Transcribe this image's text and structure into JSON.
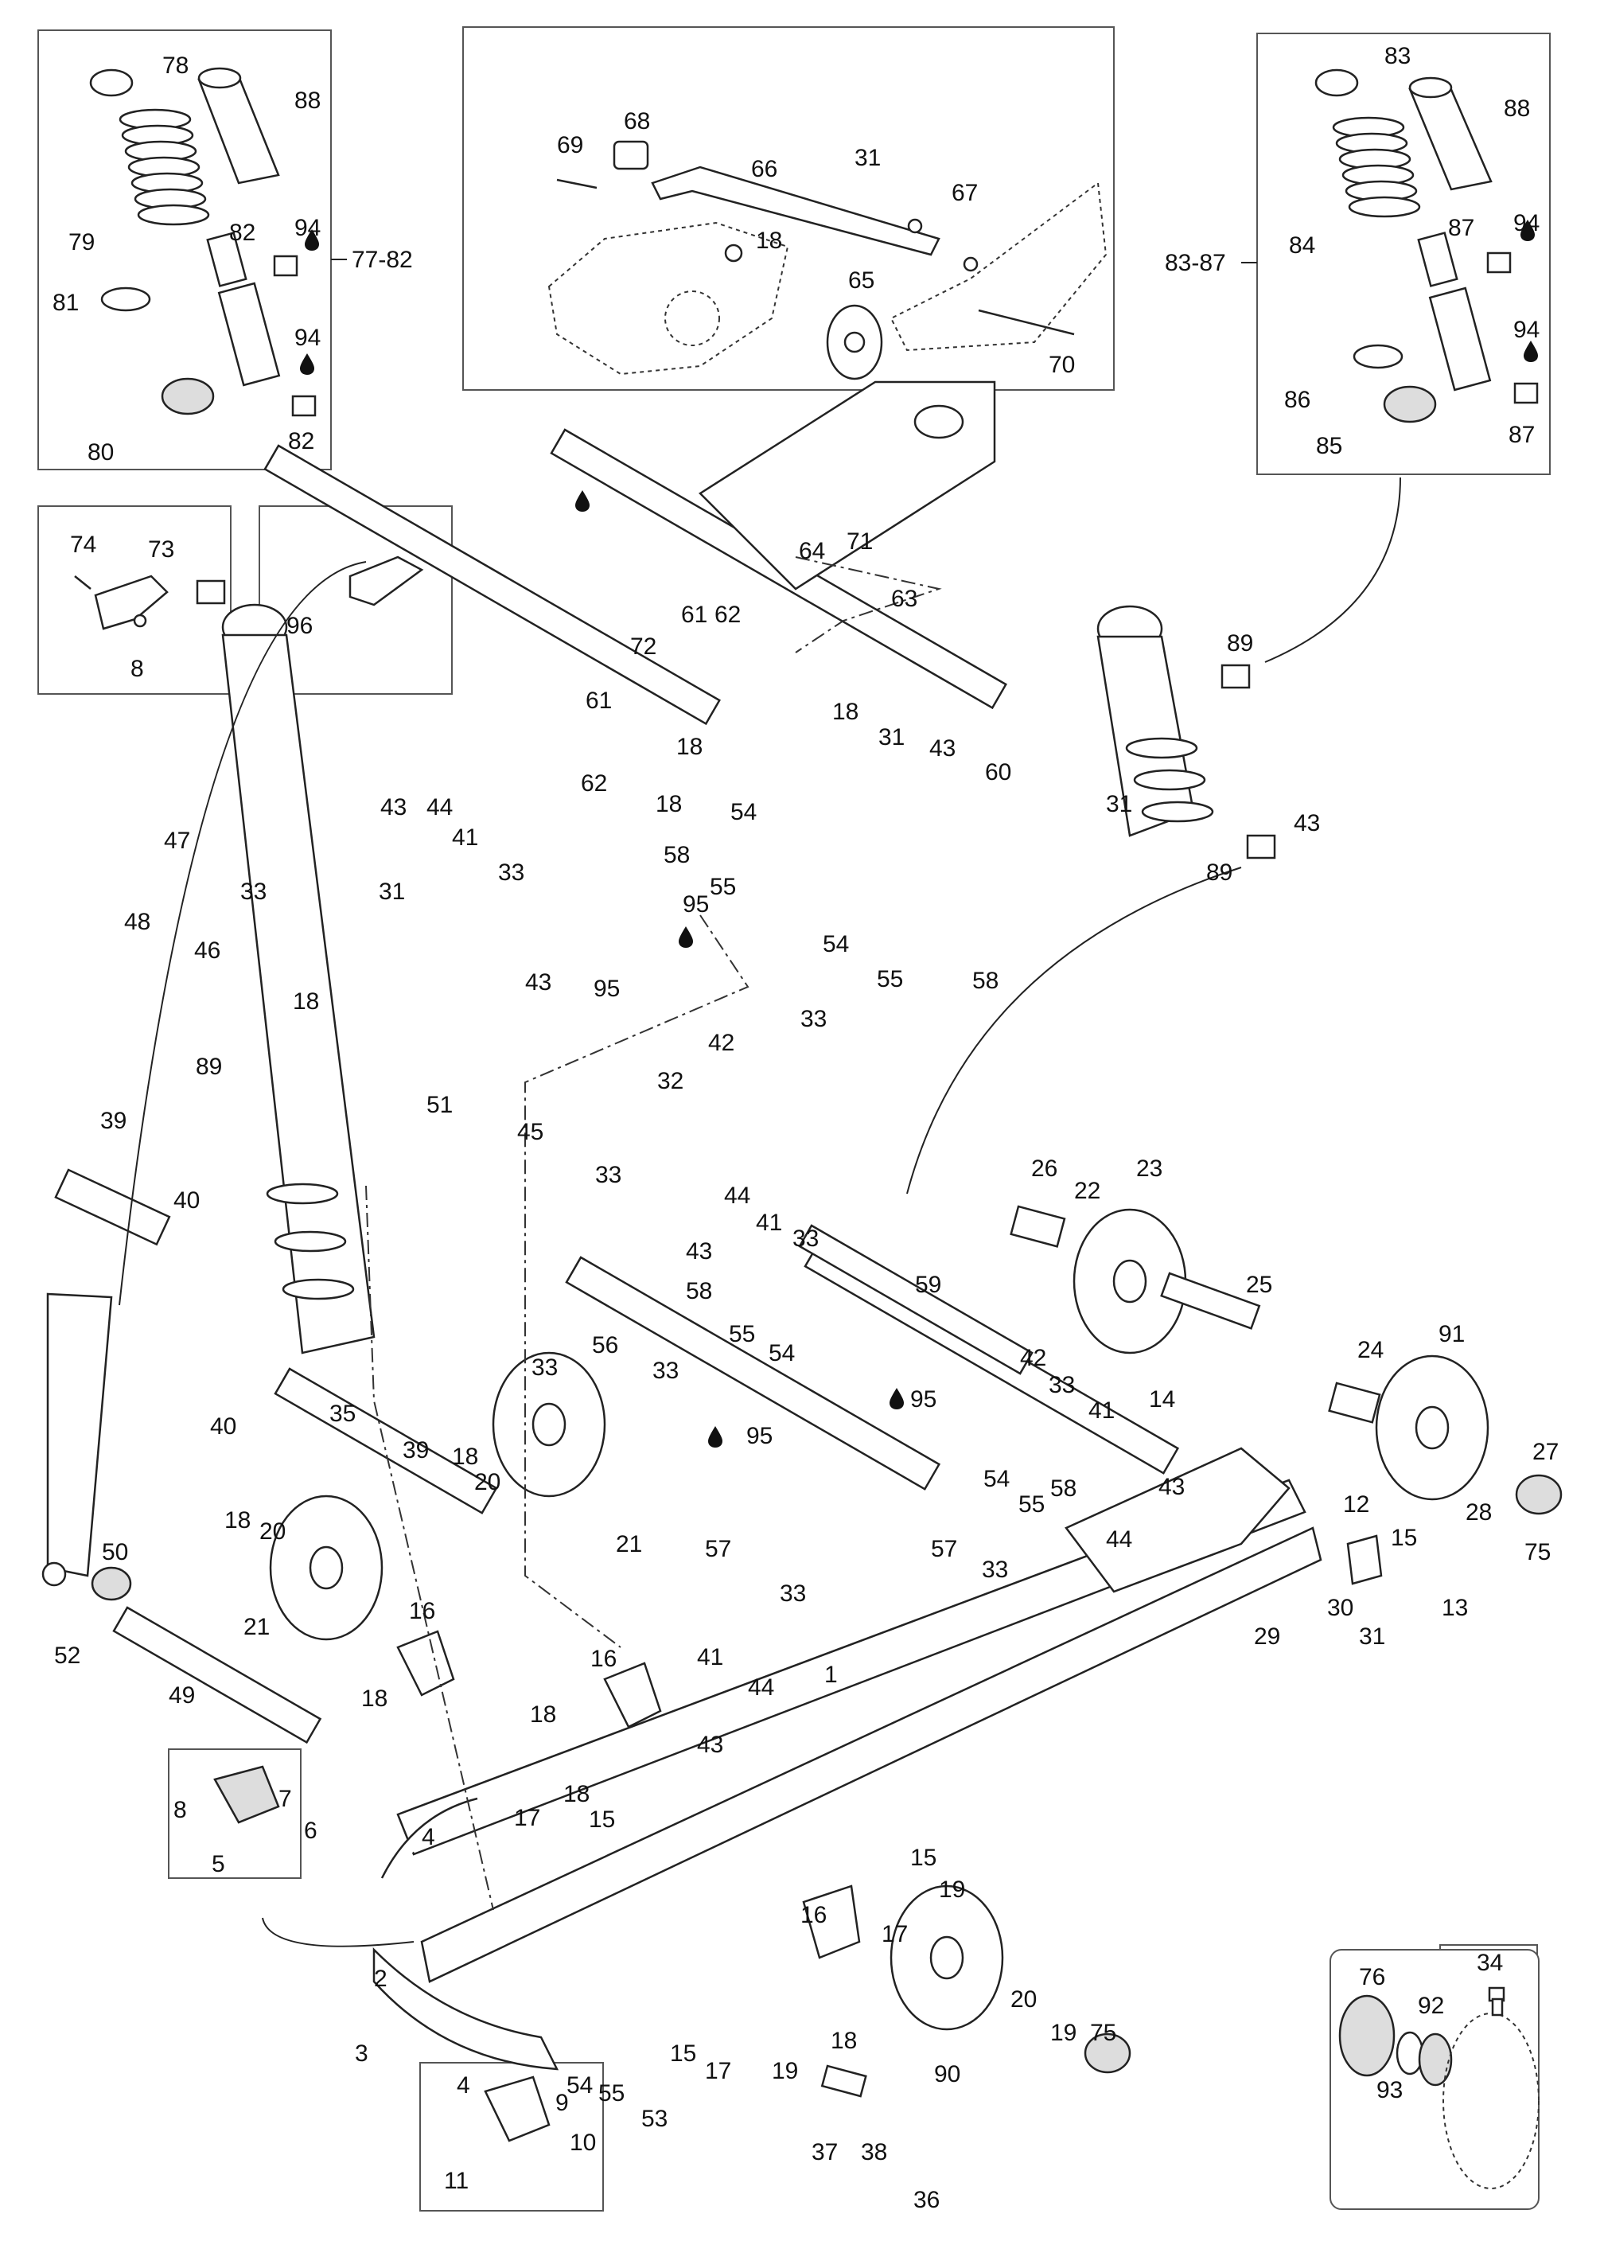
{
  "callouts": [
    {
      "id": "c78",
      "text": "78"
    },
    {
      "id": "c88a",
      "text": "88"
    },
    {
      "id": "c79",
      "text": "79"
    },
    {
      "id": "c82a",
      "text": "82"
    },
    {
      "id": "c94a",
      "text": "94"
    },
    {
      "id": "c94b",
      "text": "94"
    },
    {
      "id": "c81",
      "text": "81"
    },
    {
      "id": "c80",
      "text": "80"
    },
    {
      "id": "c82b",
      "text": "82"
    },
    {
      "id": "c68",
      "text": "68"
    },
    {
      "id": "c69",
      "text": "69"
    },
    {
      "id": "c66",
      "text": "66"
    },
    {
      "id": "c31a",
      "text": "31"
    },
    {
      "id": "c67",
      "text": "67"
    },
    {
      "id": "c18a",
      "text": "18"
    },
    {
      "id": "c65",
      "text": "65"
    },
    {
      "id": "c70",
      "text": "70"
    },
    {
      "id": "c83",
      "text": "83"
    },
    {
      "id": "c88b",
      "text": "88"
    },
    {
      "id": "c84",
      "text": "84"
    },
    {
      "id": "c87a",
      "text": "87"
    },
    {
      "id": "c94c",
      "text": "94"
    },
    {
      "id": "c94d",
      "text": "94"
    },
    {
      "id": "c86",
      "text": "86"
    },
    {
      "id": "c85",
      "text": "85"
    },
    {
      "id": "c87b",
      "text": "87"
    },
    {
      "id": "c74",
      "text": "74"
    },
    {
      "id": "c73",
      "text": "73"
    },
    {
      "id": "c8a",
      "text": "8"
    },
    {
      "id": "c96",
      "text": "96"
    },
    {
      "id": "c64",
      "text": "64"
    },
    {
      "id": "c71",
      "text": "71"
    },
    {
      "id": "c63",
      "text": "63"
    },
    {
      "id": "c61a",
      "text": "61"
    },
    {
      "id": "c62a",
      "text": "62"
    },
    {
      "id": "c72",
      "text": "72"
    },
    {
      "id": "c61b",
      "text": "61"
    },
    {
      "id": "c18b",
      "text": "18"
    },
    {
      "id": "c18c",
      "text": "18"
    },
    {
      "id": "c31b",
      "text": "31"
    },
    {
      "id": "c43a",
      "text": "43"
    },
    {
      "id": "c62b",
      "text": "62"
    },
    {
      "id": "c60",
      "text": "60"
    },
    {
      "id": "c18d",
      "text": "18"
    },
    {
      "id": "c54a",
      "text": "54"
    },
    {
      "id": "c58a",
      "text": "58"
    },
    {
      "id": "c55a",
      "text": "55"
    },
    {
      "id": "c95a",
      "text": "95"
    },
    {
      "id": "c54b",
      "text": "54"
    },
    {
      "id": "c55b",
      "text": "55"
    },
    {
      "id": "c58b",
      "text": "58"
    },
    {
      "id": "c89a",
      "text": "89"
    },
    {
      "id": "c31c",
      "text": "31"
    },
    {
      "id": "c43b",
      "text": "43"
    },
    {
      "id": "c89b",
      "text": "89"
    },
    {
      "id": "c43c",
      "text": "43"
    },
    {
      "id": "c44a",
      "text": "44"
    },
    {
      "id": "c47",
      "text": "47"
    },
    {
      "id": "c41a",
      "text": "41"
    },
    {
      "id": "c33a",
      "text": "33"
    },
    {
      "id": "c33b",
      "text": "33"
    },
    {
      "id": "c48",
      "text": "48"
    },
    {
      "id": "c46",
      "text": "46"
    },
    {
      "id": "c31d",
      "text": "31"
    },
    {
      "id": "c43d",
      "text": "43"
    },
    {
      "id": "c95b",
      "text": "95"
    },
    {
      "id": "c18e",
      "text": "18"
    },
    {
      "id": "c51",
      "text": "51"
    },
    {
      "id": "c32",
      "text": "32"
    },
    {
      "id": "c42a",
      "text": "42"
    },
    {
      "id": "c33c",
      "text": "33"
    },
    {
      "id": "c45",
      "text": "45"
    },
    {
      "id": "c33d",
      "text": "33"
    },
    {
      "id": "c89c",
      "text": "89"
    },
    {
      "id": "c39a",
      "text": "39"
    },
    {
      "id": "c40a",
      "text": "40"
    },
    {
      "id": "c26",
      "text": "26"
    },
    {
      "id": "c22",
      "text": "22"
    },
    {
      "id": "c23",
      "text": "23"
    },
    {
      "id": "c25",
      "text": "25"
    },
    {
      "id": "c44b",
      "text": "44"
    },
    {
      "id": "c41b",
      "text": "41"
    },
    {
      "id": "c43e",
      "text": "43"
    },
    {
      "id": "c33e",
      "text": "33"
    },
    {
      "id": "c59",
      "text": "59"
    },
    {
      "id": "c58c",
      "text": "58"
    },
    {
      "id": "c55c",
      "text": "55"
    },
    {
      "id": "c54c",
      "text": "54"
    },
    {
      "id": "c33f",
      "text": "33"
    },
    {
      "id": "c56",
      "text": "56"
    },
    {
      "id": "c33g",
      "text": "33"
    },
    {
      "id": "c42b",
      "text": "42"
    },
    {
      "id": "c33h",
      "text": "33"
    },
    {
      "id": "c41c",
      "text": "41"
    },
    {
      "id": "c95c",
      "text": "95"
    },
    {
      "id": "c95d",
      "text": "95"
    },
    {
      "id": "c54d",
      "text": "54"
    },
    {
      "id": "c55d",
      "text": "55"
    },
    {
      "id": "c58d",
      "text": "58"
    },
    {
      "id": "c57a",
      "text": "57"
    },
    {
      "id": "c57b",
      "text": "57"
    },
    {
      "id": "c33i",
      "text": "33"
    },
    {
      "id": "c33j",
      "text": "33"
    },
    {
      "id": "c24",
      "text": "24"
    },
    {
      "id": "c91",
      "text": "91"
    },
    {
      "id": "c14",
      "text": "14"
    },
    {
      "id": "c43f",
      "text": "43"
    },
    {
      "id": "c44c",
      "text": "44"
    },
    {
      "id": "c27",
      "text": "27"
    },
    {
      "id": "c28",
      "text": "28"
    },
    {
      "id": "c75a",
      "text": "75"
    },
    {
      "id": "c12",
      "text": "12"
    },
    {
      "id": "c15a",
      "text": "15"
    },
    {
      "id": "c13",
      "text": "13"
    },
    {
      "id": "c30",
      "text": "30"
    },
    {
      "id": "c31e",
      "text": "31"
    },
    {
      "id": "c29",
      "text": "29"
    },
    {
      "id": "c40b",
      "text": "40"
    },
    {
      "id": "c35",
      "text": "35"
    },
    {
      "id": "c39b",
      "text": "39"
    },
    {
      "id": "c18f",
      "text": "18"
    },
    {
      "id": "c20a",
      "text": "20"
    },
    {
      "id": "c21a",
      "text": "21"
    },
    {
      "id": "c18g",
      "text": "18"
    },
    {
      "id": "c20b",
      "text": "20"
    },
    {
      "id": "c21b",
      "text": "21"
    },
    {
      "id": "c50",
      "text": "50"
    },
    {
      "id": "c52",
      "text": "52"
    },
    {
      "id": "c49",
      "text": "49"
    },
    {
      "id": "c16a",
      "text": "16"
    },
    {
      "id": "c18h",
      "text": "18"
    },
    {
      "id": "c16b",
      "text": "16"
    },
    {
      "id": "c41d",
      "text": "41"
    },
    {
      "id": "c44d",
      "text": "44"
    },
    {
      "id": "c43g",
      "text": "43"
    },
    {
      "id": "c18i",
      "text": "18"
    },
    {
      "id": "c1",
      "text": "1"
    },
    {
      "id": "c8b",
      "text": "8"
    },
    {
      "id": "c7",
      "text": "7"
    },
    {
      "id": "c6",
      "text": "6"
    },
    {
      "id": "c5",
      "text": "5"
    },
    {
      "id": "c17a",
      "text": "17"
    },
    {
      "id": "c18j",
      "text": "18"
    },
    {
      "id": "c15b",
      "text": "15"
    },
    {
      "id": "c4a",
      "text": "4"
    },
    {
      "id": "c15c",
      "text": "15"
    },
    {
      "id": "c19a",
      "text": "19"
    },
    {
      "id": "c17b",
      "text": "17"
    },
    {
      "id": "c16c",
      "text": "16"
    },
    {
      "id": "c34",
      "text": "34"
    },
    {
      "id": "c2",
      "text": "2"
    },
    {
      "id": "c15d",
      "text": "15"
    },
    {
      "id": "c17c",
      "text": "17"
    },
    {
      "id": "c19b",
      "text": "19"
    },
    {
      "id": "c18k",
      "text": "18"
    },
    {
      "id": "c20c",
      "text": "20"
    },
    {
      "id": "c19c",
      "text": "19"
    },
    {
      "id": "c75b",
      "text": "75"
    },
    {
      "id": "c90",
      "text": "90"
    },
    {
      "id": "c3",
      "text": "3"
    },
    {
      "id": "c54e",
      "text": "54"
    },
    {
      "id": "c55e",
      "text": "55"
    },
    {
      "id": "c53",
      "text": "53"
    },
    {
      "id": "c4b",
      "text": "4"
    },
    {
      "id": "c9",
      "text": "9"
    },
    {
      "id": "c10",
      "text": "10"
    },
    {
      "id": "c11",
      "text": "11"
    },
    {
      "id": "c37",
      "text": "37"
    },
    {
      "id": "c38",
      "text": "38"
    },
    {
      "id": "c36",
      "text": "36"
    },
    {
      "id": "c76",
      "text": "76"
    },
    {
      "id": "c92",
      "text": "92"
    },
    {
      "id": "c93",
      "text": "93"
    }
  ],
  "brackets": [
    {
      "id": "b7782",
      "text": "77-82"
    },
    {
      "id": "b8387",
      "text": "83-87"
    }
  ]
}
